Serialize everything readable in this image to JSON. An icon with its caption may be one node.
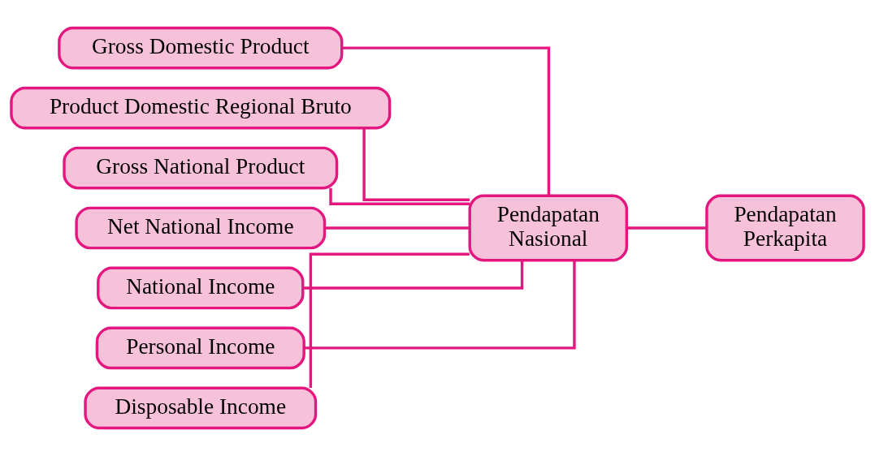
{
  "diagram": {
    "nodes": [
      {
        "text": [
          "Gross Domestic Product"
        ]
      },
      {
        "text": [
          "Product Domestic Regional Bruto"
        ]
      },
      {
        "text": [
          "Gross National Product"
        ]
      },
      {
        "text": [
          "Net National Income"
        ]
      },
      {
        "text": [
          "National Income"
        ]
      },
      {
        "text": [
          "Personal Income"
        ]
      },
      {
        "text": [
          "Disposable Income"
        ]
      },
      {
        "text": [
          "Pendapatan Nasional"
        ]
      },
      {
        "text": [
          "Pendapatan Perkapita"
        ]
      }
    ],
    "edges": [
      {
        "from": 0,
        "to": 7,
        "arrow": "none"
      },
      {
        "from": 1,
        "to": 7,
        "arrow": "none"
      },
      {
        "from": 2,
        "to": 7,
        "arrow": "none"
      },
      {
        "from": 3,
        "to": 7,
        "arrow": "none"
      },
      {
        "from": 4,
        "to": 7,
        "arrow": "none"
      },
      {
        "from": 5,
        "to": 7,
        "arrow": "none"
      },
      {
        "from": 6,
        "to": 7,
        "arrow": "none"
      },
      {
        "from": 7,
        "to": 8,
        "arrow": "none"
      }
    ]
  }
}
